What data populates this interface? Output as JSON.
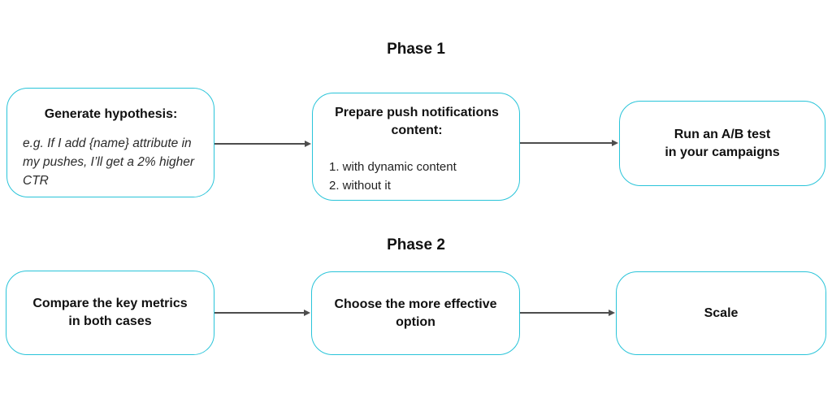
{
  "diagram": {
    "accent_color": "#29c4d9",
    "arrow_color": "#4d4d4d",
    "phase1": {
      "title": "Phase 1",
      "boxes": {
        "hypothesis": {
          "heading": "Generate hypothesis:",
          "body_lines": [
            "e.g. If I add {name} attribute in",
            "my pushes, I’ll get a 2% higher",
            "CTR"
          ]
        },
        "content": {
          "heading_lines": [
            "Prepare push notifications",
            "content:"
          ],
          "list": [
            "1. with dynamic content",
            "2. without it"
          ]
        },
        "abtest": {
          "heading_lines": [
            "Run an A/B test",
            "in your campaigns"
          ]
        }
      }
    },
    "phase2": {
      "title": "Phase 2",
      "boxes": {
        "compare": {
          "heading_lines": [
            "Compare the key metrics",
            "in both cases"
          ]
        },
        "choose": {
          "heading_lines": [
            "Choose the more effective",
            "option"
          ]
        },
        "scale": {
          "heading": "Scale"
        }
      }
    }
  }
}
